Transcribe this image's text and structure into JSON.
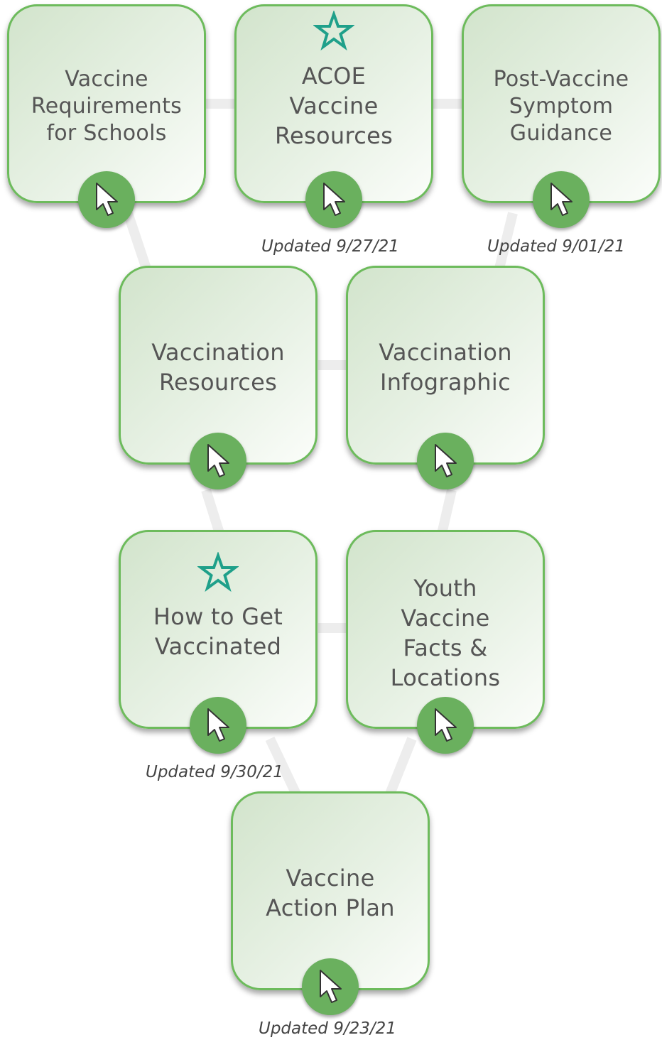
{
  "tiles": [
    {
      "id": "vaccine-requirements",
      "label": "Vaccine\nRequirements\nfor Schools"
    },
    {
      "id": "acoe-vaccine-resources",
      "label": "ACOE\nVaccine\nResources",
      "updated": "Updated 9/27/21",
      "featured": true
    },
    {
      "id": "post-vaccine-symptom",
      "label": "Post-Vaccine\nSymptom\nGuidance",
      "updated": "Updated 9/01/21"
    },
    {
      "id": "vaccination-resources",
      "label": "Vaccination\nResources"
    },
    {
      "id": "vaccination-infographic",
      "label": "Vaccination\nInfographic"
    },
    {
      "id": "how-to-get-vaccinated",
      "label": "How to Get\nVaccinated",
      "updated": "Updated 9/30/21",
      "featured": true
    },
    {
      "id": "youth-vaccine-facts",
      "label": "Youth\nVaccine\nFacts &\nLocations"
    },
    {
      "id": "vaccine-action-plan",
      "label": "Vaccine\nAction Plan",
      "updated": "Updated 9/23/21"
    }
  ],
  "colors": {
    "tile_border": "#6dbb5c",
    "cursor_button": "#6ab05e",
    "star": "#1fa08a",
    "connector": "#ededed",
    "label_text": "#555555"
  },
  "icons": {
    "tile_action": "cursor-arrow-icon",
    "featured": "star-outline-icon"
  }
}
